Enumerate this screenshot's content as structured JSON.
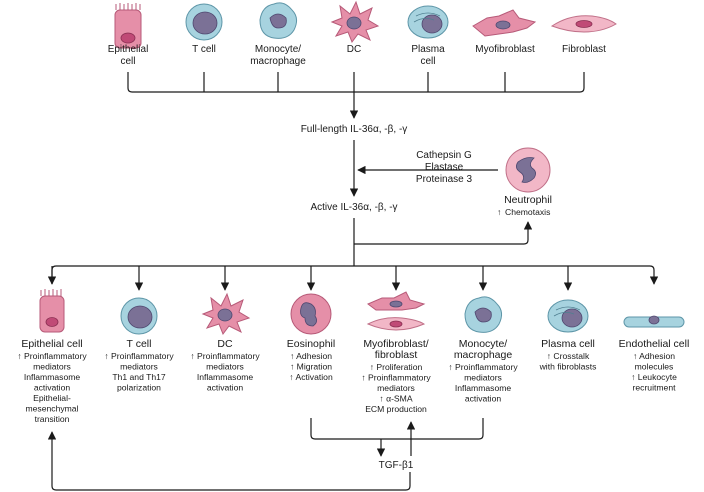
{
  "top_sources": [
    {
      "line1": "Epithelial",
      "line2": "cell"
    },
    {
      "line1": "T cell",
      "line2": ""
    },
    {
      "line1": "Monocyte/",
      "line2": "macrophage"
    },
    {
      "line1": "DC",
      "line2": ""
    },
    {
      "line1": "Plasma",
      "line2": "cell"
    },
    {
      "line1": "Myofibroblast",
      "line2": ""
    },
    {
      "line1": "Fibroblast",
      "line2": ""
    }
  ],
  "full_length": "Full-length IL-36α, -β, -γ",
  "active": "Active IL-36α, -β, -γ",
  "proteases": [
    "Cathepsin G",
    "Elastase",
    "Proteinase 3"
  ],
  "neutrophil": {
    "title": "Neutrophil",
    "effect": "Chemotaxis"
  },
  "up_arrow": "↑",
  "targets": [
    {
      "title": [
        "Epithelial cell"
      ],
      "lines": [
        {
          "up": true,
          "text": "Proinflammatory"
        },
        {
          "up": false,
          "text": "mediators"
        },
        {
          "up": false,
          "text": "Inflammasome"
        },
        {
          "up": false,
          "text": "activation"
        },
        {
          "up": false,
          "text": "Epithelial-"
        },
        {
          "up": false,
          "text": "mesenchymal"
        },
        {
          "up": false,
          "text": "transition"
        }
      ]
    },
    {
      "title": [
        "T cell"
      ],
      "lines": [
        {
          "up": true,
          "text": "Proinflammatory"
        },
        {
          "up": false,
          "text": "mediators"
        },
        {
          "up": false,
          "text": "Th1 and Th17"
        },
        {
          "up": false,
          "text": "polarization"
        }
      ]
    },
    {
      "title": [
        "DC"
      ],
      "lines": [
        {
          "up": true,
          "text": "Proinflammatory"
        },
        {
          "up": false,
          "text": "mediators"
        },
        {
          "up": false,
          "text": "Inflammasome"
        },
        {
          "up": false,
          "text": "activation"
        }
      ]
    },
    {
      "title": [
        "Eosinophil"
      ],
      "lines": [
        {
          "up": true,
          "text": "Adhesion"
        },
        {
          "up": true,
          "text": "Migration"
        },
        {
          "up": true,
          "text": "Activation"
        }
      ]
    },
    {
      "title": [
        "Myofibroblast/",
        "fibroblast"
      ],
      "lines": [
        {
          "up": true,
          "text": "Proliferation"
        },
        {
          "up": true,
          "text": "Proinflammatory"
        },
        {
          "up": false,
          "text": "mediators"
        },
        {
          "up": true,
          "text": "α-SMA"
        },
        {
          "up": false,
          "text": "ECM production"
        }
      ]
    },
    {
      "title": [
        "Monocyte/",
        "macrophage"
      ],
      "lines": [
        {
          "up": true,
          "text": "Proinflammatory"
        },
        {
          "up": false,
          "text": "mediators"
        },
        {
          "up": false,
          "text": "Inflammasome"
        },
        {
          "up": false,
          "text": "activation"
        }
      ]
    },
    {
      "title": [
        "Plasma cell"
      ],
      "lines": [
        {
          "up": true,
          "text": "Crosstalk"
        },
        {
          "up": false,
          "text": "with fibroblasts"
        }
      ]
    },
    {
      "title": [
        "Endothelial cell"
      ],
      "lines": [
        {
          "up": true,
          "text": "Adhesion"
        },
        {
          "up": false,
          "text": "molecules"
        },
        {
          "up": true,
          "text": "Leukocyte"
        },
        {
          "up": false,
          "text": "recruitment"
        }
      ]
    }
  ],
  "tgf": "TGF-β1"
}
